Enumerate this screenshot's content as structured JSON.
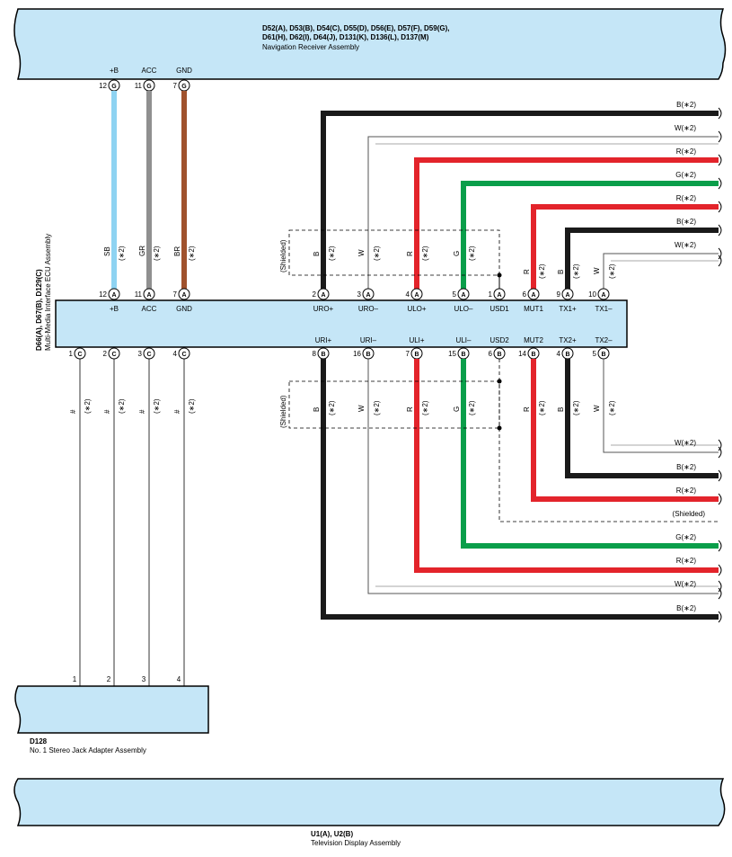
{
  "nav_receiver": {
    "codes_line1": "D52(A), D53(B), D54(C), D55(D), D56(E), D57(F), D59(G),",
    "codes_line2": "D61(H), D62(I), D64(J), D131(K), D136(L), D137(M)",
    "name": "Navigation Receiver Assembly",
    "pins": [
      {
        "num": "12",
        "conn": "G",
        "label": "+B"
      },
      {
        "num": "11",
        "conn": "G",
        "label": "ACC"
      },
      {
        "num": "7",
        "conn": "G",
        "label": "GND"
      }
    ]
  },
  "ecu": {
    "codes": "D66(A), D67(B), D129(C)",
    "name": "Multi-Media Interface ECU Assembly",
    "top_pins": [
      {
        "num": "12",
        "conn": "A",
        "label": "+B"
      },
      {
        "num": "11",
        "conn": "A",
        "label": "ACC"
      },
      {
        "num": "7",
        "conn": "A",
        "label": "GND"
      },
      {
        "num": "2",
        "conn": "A",
        "label": "URO+"
      },
      {
        "num": "3",
        "conn": "A",
        "label": "URO–"
      },
      {
        "num": "4",
        "conn": "A",
        "label": "ULO+"
      },
      {
        "num": "5",
        "conn": "A",
        "label": "ULO–"
      },
      {
        "num": "1",
        "conn": "A",
        "label": "USD1"
      },
      {
        "num": "6",
        "conn": "A",
        "label": "MUT1"
      },
      {
        "num": "9",
        "conn": "A",
        "label": "TX1+"
      },
      {
        "num": "10",
        "conn": "A",
        "label": "TX1–"
      }
    ],
    "bottom_pins": [
      {
        "num": "1",
        "conn": "C",
        "label": ""
      },
      {
        "num": "2",
        "conn": "C",
        "label": ""
      },
      {
        "num": "3",
        "conn": "C",
        "label": ""
      },
      {
        "num": "4",
        "conn": "C",
        "label": ""
      },
      {
        "num": "8",
        "conn": "B",
        "label": "URI+"
      },
      {
        "num": "16",
        "conn": "B",
        "label": "URI–"
      },
      {
        "num": "7",
        "conn": "B",
        "label": "ULI+"
      },
      {
        "num": "15",
        "conn": "B",
        "label": "ULI–"
      },
      {
        "num": "6",
        "conn": "B",
        "label": "USD2"
      },
      {
        "num": "14",
        "conn": "B",
        "label": "MUT2"
      },
      {
        "num": "4",
        "conn": "B",
        "label": "TX2+"
      },
      {
        "num": "5",
        "conn": "B",
        "label": "TX2–"
      }
    ]
  },
  "upper_wires": [
    {
      "code": "SB",
      "note": "(∗2)"
    },
    {
      "code": "GR",
      "note": "(∗2)"
    },
    {
      "code": "BR",
      "note": "(∗2)"
    },
    {
      "code": "B",
      "note": "(∗2)"
    },
    {
      "code": "W",
      "note": "(∗2)"
    },
    {
      "code": "R",
      "note": "(∗2)"
    },
    {
      "code": "G",
      "note": "(∗2)"
    },
    {
      "code": "R",
      "note": "(∗2)"
    },
    {
      "code": "B",
      "note": "(∗2)"
    },
    {
      "code": "W",
      "note": "(∗2)"
    }
  ],
  "lower_wires": [
    {
      "code": "#",
      "note": "(∗2)"
    },
    {
      "code": "#",
      "note": "(∗2)"
    },
    {
      "code": "#",
      "note": "(∗2)"
    },
    {
      "code": "#",
      "note": "(∗2)"
    },
    {
      "code": "B",
      "note": "(∗2)"
    },
    {
      "code": "W",
      "note": "(∗2)"
    },
    {
      "code": "R",
      "note": "(∗2)"
    },
    {
      "code": "G",
      "note": "(∗2)"
    },
    {
      "code": "R",
      "note": "(∗2)"
    },
    {
      "code": "B",
      "note": "(∗2)"
    },
    {
      "code": "W",
      "note": "(∗2)"
    }
  ],
  "shielded_label": "(Shielded)",
  "right_labels_top": [
    "B(∗2)",
    "W(∗2)",
    "R(∗2)",
    "G(∗2)",
    "R(∗2)",
    "B(∗2)",
    "W(∗2)"
  ],
  "right_labels_bottom": [
    "W(∗2)",
    "B(∗2)",
    "R(∗2)",
    "(Shielded)",
    "G(∗2)",
    "R(∗2)",
    "W(∗2)",
    "B(∗2)"
  ],
  "jack_adapter": {
    "code": "D128",
    "name": "No. 1 Stereo Jack Adapter Assembly",
    "pins": [
      "1",
      "2",
      "3",
      "4"
    ]
  },
  "tv_display": {
    "codes": "U1(A), U2(B)",
    "name": "Television Display Assembly"
  },
  "colors": {
    "component_fill": "#c5e6f7",
    "sky_blue": "#8ed3f2",
    "gray": "#909090",
    "brown": "#a0522d",
    "red": "#e3242b",
    "green": "#0a9e4a",
    "black": "#1a1a1a",
    "white_wire": "#555555"
  }
}
